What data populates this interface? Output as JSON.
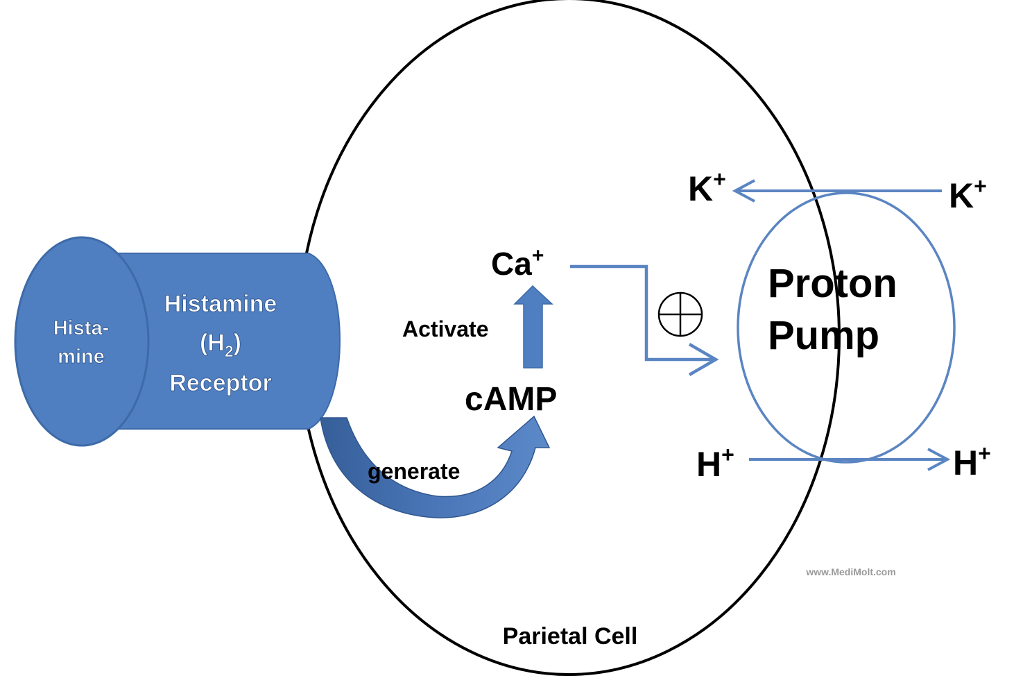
{
  "receptor": {
    "ligand_line1": "Hista-",
    "ligand_line2": "mine",
    "name_line1": "Histamine",
    "name_line2_prefix": "(H",
    "name_line2_sub": "2",
    "name_line2_suffix": ")",
    "name_line3": "Receptor"
  },
  "cell": {
    "label": "Parietal Cell"
  },
  "pathway": {
    "generate": "generate",
    "camp": "cAMP",
    "activate": "Activate",
    "ca_base": "Ca",
    "ca_sup": "+",
    "plus_symbol": "⊕"
  },
  "pump": {
    "line1": "Proton",
    "line2": "Pump"
  },
  "ions": {
    "k_left_base": "K",
    "k_left_sup": "+",
    "k_right_base": "K",
    "k_right_sup": "+",
    "h_left_base": "H",
    "h_left_sup": "+",
    "h_right_base": "H",
    "h_right_sup": "+"
  },
  "watermark": "www.MediMolt.com",
  "colors": {
    "receptor_fill": "#4f7fc0",
    "receptor_dark": "#3d6aa8",
    "arrow_blue": "#5b85c2",
    "curved_arrow": "#4a76b8",
    "outline": "#000000",
    "watermark": "#9a9a9a"
  }
}
